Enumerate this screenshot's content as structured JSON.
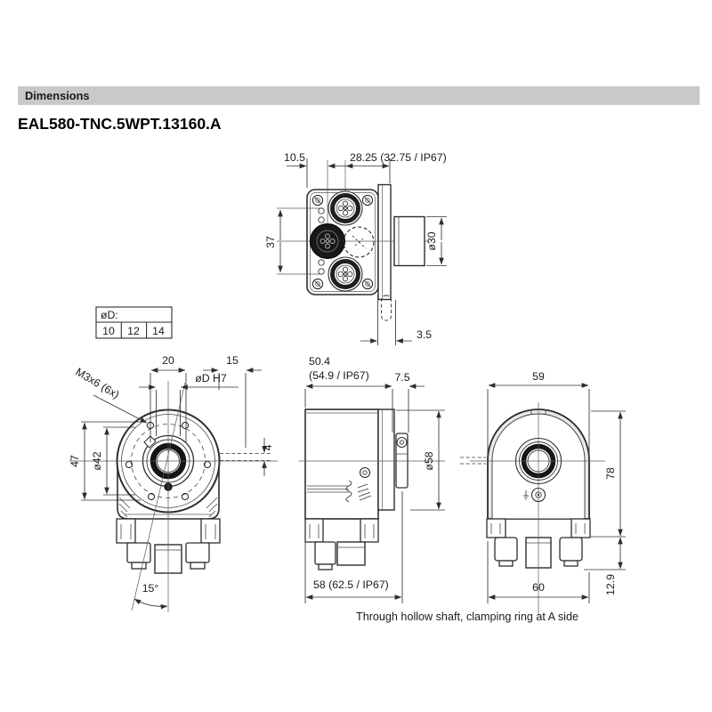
{
  "header": {
    "label": "Dimensions"
  },
  "title": "EAL580-TNC.5WPT.13160.A",
  "caption": "Through hollow shaft, clamping ring at A side",
  "colors": {
    "header_bar_bg": "#c9c9c9",
    "line_color": "#2e2e2e",
    "background": "#ffffff"
  },
  "shaft_table": {
    "header": "øD:",
    "values": [
      "10",
      "12",
      "14"
    ]
  },
  "top_view": {
    "dim_left_offset": "10.5",
    "dim_depth": "28.25 (32.75 / IP67)",
    "dim_connector_spacing": "37",
    "dim_shaft_dia": "ø30",
    "dim_clearance": "3.5"
  },
  "front_view": {
    "dim_clamp_width": "20",
    "dim_shaft_protrusion": "15",
    "dim_bore": "øD H7",
    "dim_screws": "M3x6 (6x)",
    "dim_screw_span": "47",
    "dim_bolt_circle": "ø42",
    "dim_key": "4",
    "dim_angle": "15°"
  },
  "side_view": {
    "dim_depth_line1": "50.4",
    "dim_depth_line2": "(54.9 / IP67)",
    "dim_clamp_depth": "7.5",
    "dim_body_dia": "ø58",
    "dim_total_depth": "58 (62.5 / IP67)"
  },
  "rear_view": {
    "dim_width_top": "59",
    "dim_height": "78",
    "dim_width_bottom": "60",
    "dim_connector_height": "12.9"
  }
}
